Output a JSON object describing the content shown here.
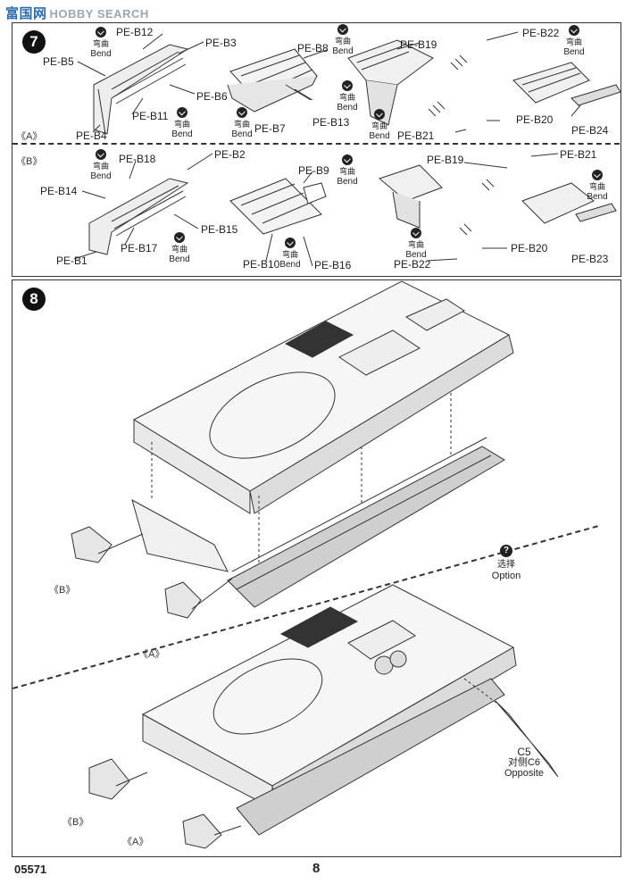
{
  "watermark": {
    "cn": "富国网",
    "en": "HOBBY SEARCH"
  },
  "step7": {
    "number": "7",
    "variant_a": "《A》",
    "variant_b": "《B》",
    "bend_cn": "弯曲",
    "bend_en": "Bend",
    "parts_a": [
      "PE-B12",
      "PE-B3",
      "PE-B5",
      "PE-B6",
      "PE-B11",
      "PE-B4",
      "PE-B8",
      "PE-B7",
      "PE-B13",
      "PE-B19",
      "PE-B22",
      "PE-B21",
      "PE-B20",
      "PE-B24"
    ],
    "parts_b": [
      "PE-B18",
      "PE-B2",
      "PE-B14",
      "PE-B15",
      "PE-B17",
      "PE-B1",
      "PE-B9",
      "PE-B10",
      "PE-B16",
      "PE-B19",
      "PE-B21",
      "PE-B22",
      "PE-B20",
      "PE-B23"
    ]
  },
  "step8": {
    "number": "8",
    "variant_a": "《A》",
    "variant_b": "《B》",
    "option_icon": "?",
    "option_cn": "选择",
    "option_en": "Option",
    "part_c5": "C5",
    "part_c6": "对侧C6",
    "opposite": "Opposite"
  },
  "footer": {
    "code": "05571",
    "page": "8"
  }
}
